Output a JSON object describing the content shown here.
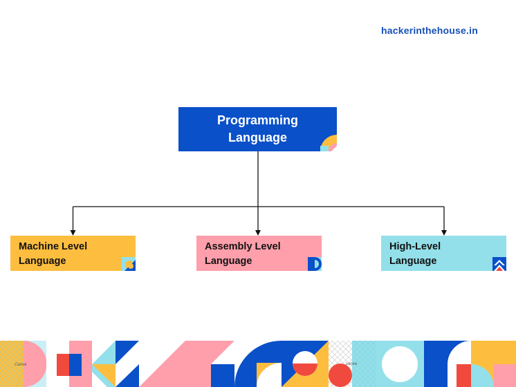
{
  "header": {
    "site": "hackerinthehouse.in"
  },
  "diagram": {
    "root": {
      "label": "Programming Language"
    },
    "children": [
      {
        "label": "Machine Level Language",
        "color": "#fdbe3f"
      },
      {
        "label": "Assembly Level Language",
        "color": "#fe9fab"
      },
      {
        "label": "High-Level Language",
        "color": "#93e0ea"
      }
    ]
  },
  "decor": {
    "watermark_1": "Canva",
    "watermark_2": "canva"
  },
  "colors": {
    "blue": "#0a50c8",
    "yellow": "#fdbe3f",
    "pink": "#fe9fab",
    "cyan": "#93e0ea",
    "red": "#f04a3e"
  }
}
